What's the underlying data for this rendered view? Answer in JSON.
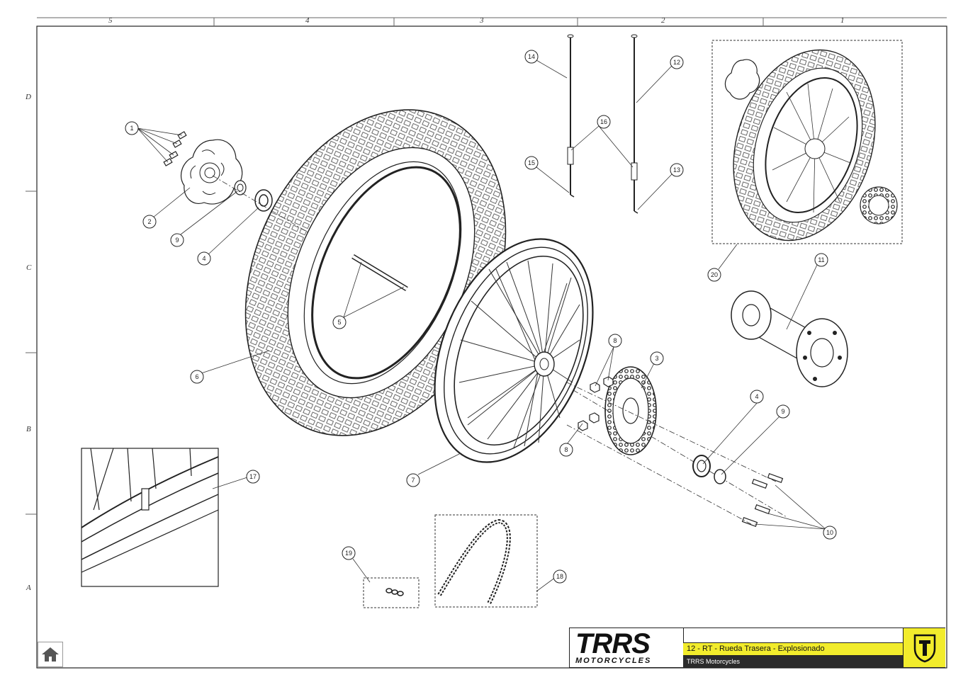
{
  "drawing": {
    "column_labels": [
      "5",
      "4",
      "3",
      "2",
      "1"
    ],
    "row_labels": [
      "D",
      "C",
      "B",
      "A"
    ],
    "callouts": [
      "1",
      "2",
      "9",
      "4",
      "5",
      "6",
      "14",
      "15",
      "16",
      "12",
      "13",
      "20",
      "11",
      "8",
      "3",
      "4",
      "9",
      "8",
      "7",
      "17",
      "10",
      "19",
      "18"
    ]
  },
  "title_block": {
    "brand": "TRRS",
    "brand_sub": "MOTORCYCLES",
    "title": "12 - RT - Rueda Trasera - Explosionado",
    "subtitle": "TRRS Motorcycles"
  },
  "toolbar": {
    "home_icon": "home-icon"
  },
  "colors": {
    "accent_yellow": "#f2ec2c",
    "dark_band": "#2b2b2b",
    "line": "#222222"
  }
}
